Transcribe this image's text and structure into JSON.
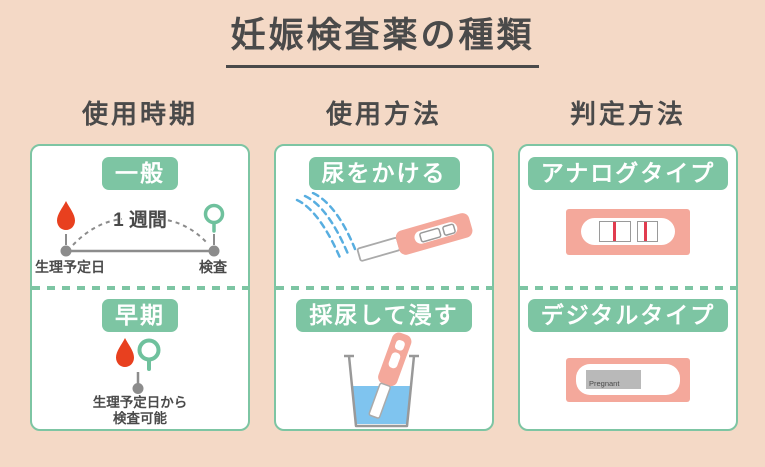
{
  "page": {
    "title": "妊娠検査薬の種類"
  },
  "colors": {
    "background": "#f4d9c6",
    "accent_green": "#7dc5a3",
    "text": "#4a4a4a",
    "test_pink": "#f4a89b",
    "blood_red": "#e8401f",
    "stream_blue": "#58aee0",
    "liquid_blue": "#7fc4ef",
    "timeline_gray": "#8c8c8c",
    "result_line_red": "#e13c4f"
  },
  "columns": [
    {
      "header": "使用時期",
      "top": {
        "label": "一般",
        "timeline": {
          "duration": "1 週間",
          "start_label": "生理予定日",
          "end_label": "検査",
          "icons": [
            "blood-drop-icon",
            "magnifier-icon"
          ]
        }
      },
      "bottom": {
        "label": "早期",
        "icons": [
          "blood-drop-icon",
          "magnifier-icon",
          "pointer-pin-icon"
        ],
        "caption_line1": "生理予定日から",
        "caption_line2": "検査可能"
      }
    },
    {
      "header": "使用方法",
      "top": {
        "label": "尿をかける",
        "illustration": "urine-stream-on-test-stick"
      },
      "bottom": {
        "label": "採尿して浸す",
        "illustration": "test-stick-in-cup"
      }
    },
    {
      "header": "判定方法",
      "top": {
        "label": "アナログタイプ",
        "illustration": "analog-result-window"
      },
      "bottom": {
        "label": "デジタルタイプ",
        "illustration": "digital-result-window",
        "display_text": "Pregnant"
      }
    }
  ]
}
